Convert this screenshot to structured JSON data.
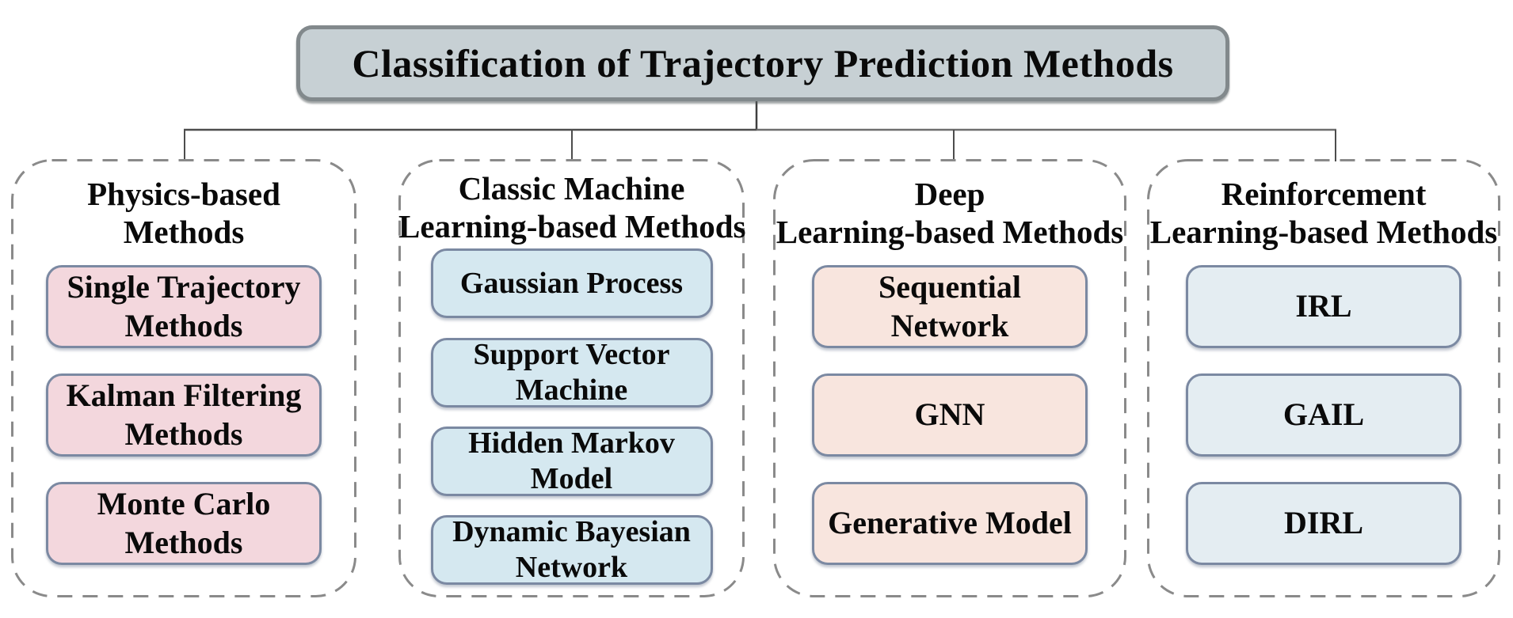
{
  "title": "Classification of Trajectory Prediction Methods",
  "colors": {
    "title_bg": "#c7d0d4",
    "title_border": "#82898c",
    "box_border": "#7b89a2",
    "dashed_border": "#8a8a8a",
    "connector": "#5a5a5a",
    "physics_bg": "#f3d7dd",
    "classic_ml_bg": "#d5e8f0",
    "deep_learning_bg": "#f8e5de",
    "reinforcement_bg": "#e4edf2"
  },
  "columns": [
    {
      "heading": "Physics-based\nMethods",
      "item_bg": "#f3d7dd",
      "items": [
        "Single Trajectory\nMethods",
        "Kalman Filtering\nMethods",
        "Monte Carlo\nMethods"
      ]
    },
    {
      "heading": "Classic Machine\nLearning-based Methods",
      "item_bg": "#d5e8f0",
      "items": [
        "Gaussian Process",
        "Support Vector\nMachine",
        "Hidden Markov\nModel",
        "Dynamic Bayesian\nNetwork"
      ]
    },
    {
      "heading": "Deep\nLearning-based Methods",
      "item_bg": "#f8e5de",
      "items": [
        "Sequential\nNetwork",
        "GNN",
        "Generative Model"
      ]
    },
    {
      "heading": "Reinforcement\nLearning-based Methods",
      "item_bg": "#e4edf2",
      "items": [
        "IRL",
        "GAIL",
        "DIRL"
      ]
    }
  ]
}
